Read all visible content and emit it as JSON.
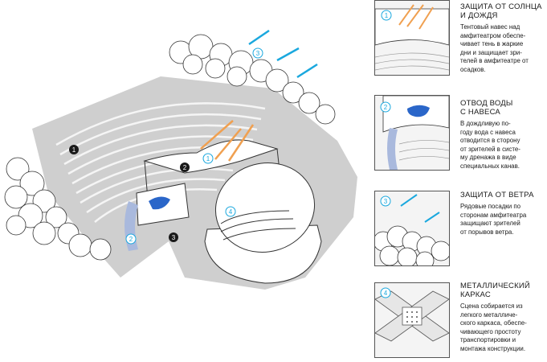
{
  "markers": {
    "main": [
      "1",
      "2",
      "3",
      "4"
    ],
    "panel_1": "1",
    "panel_2": "2",
    "panel_3": "3",
    "panel_4": "4"
  },
  "captions": [
    {
      "title_lines": [
        "ЗАЩИТА ОТ СОЛНЦА",
        "И ДОЖДЯ"
      ],
      "text_lines": [
        "Тентовый навес над",
        "амфитеатром обеспе-",
        "чивает тень в жаркие",
        "дни и защищает зри-",
        "телей в амфитеатре от",
        "осадков."
      ]
    },
    {
      "title_lines": [
        "ОТВОД ВОДЫ",
        "С НАВЕСА"
      ],
      "text_lines": [
        "В дождливую по-",
        "году вода с навеса",
        "отводится в сторону",
        "от зрителей в систе-",
        "му дренажа в виде",
        "специальных канав."
      ]
    },
    {
      "title_lines": [
        "ЗАЩИТА ОТ ВЕТРА"
      ],
      "text_lines": [
        "Рядовые посадки по",
        "сторонам амфитеатра",
        "защищают зрителей",
        "от порывов ветра."
      ]
    },
    {
      "title_lines": [
        "МЕТАЛЛИЧЕСКИЙ",
        "КАРКАС"
      ],
      "text_lines": [
        "Сцена собирается из",
        "легкого металличе-",
        "ского каркаса, обеспе-",
        "чивающего простоту",
        "транспортировки и",
        "монтажа конструкции."
      ]
    }
  ],
  "colors": {
    "ground": "#cfcfcf",
    "tree_fill": "#ffffff",
    "stroke": "#333333",
    "sun_arrow": "#f0a050",
    "wind_arrow": "#1aa8de",
    "water": "#2a66c9",
    "drain": "#a9b9dd",
    "marker_blue": "#1aa8de",
    "marker_dark": "#1a1a1a"
  }
}
